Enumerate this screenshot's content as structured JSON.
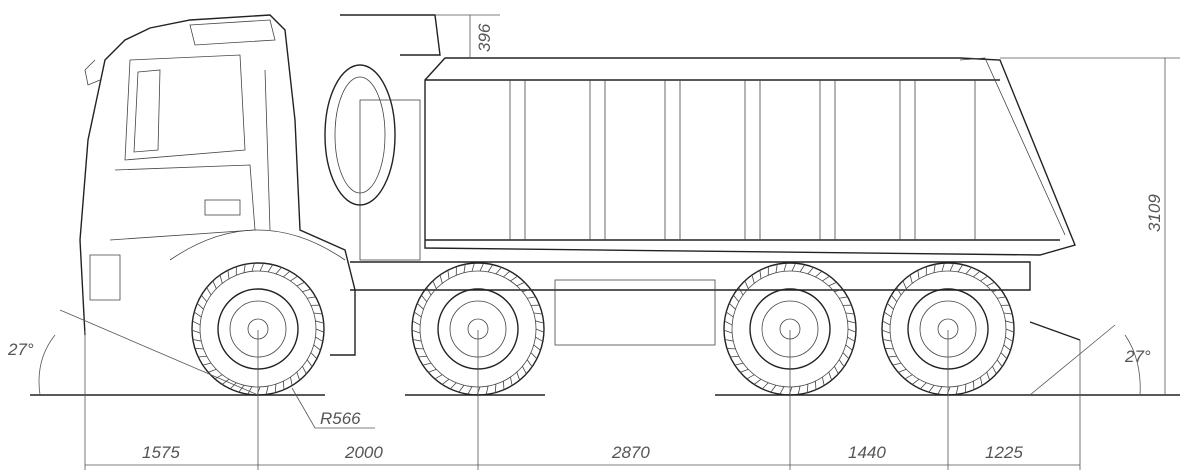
{
  "drawing": {
    "dimensions": {
      "wheelbase_segments": [
        "1575",
        "2000",
        "2870",
        "1440",
        "1225"
      ],
      "overall_height": "3109",
      "body_tip_height": "396",
      "approach_angle": "27°",
      "departure_angle": "27°",
      "wheel_radius": "R566"
    }
  }
}
